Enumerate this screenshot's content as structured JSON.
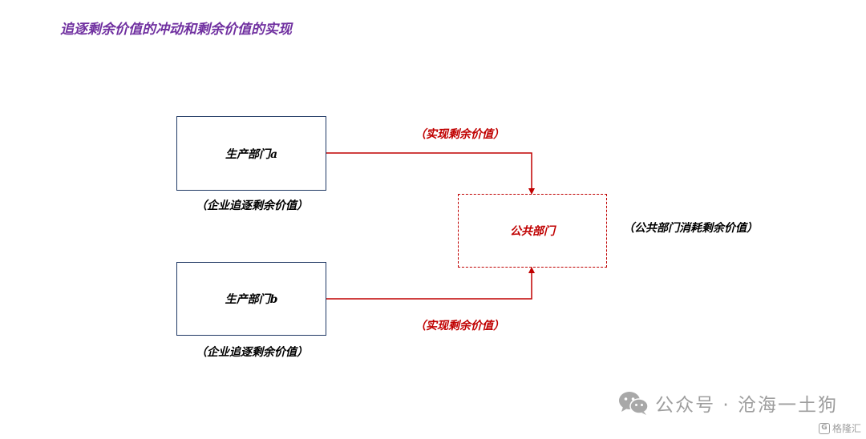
{
  "title": "追逐剩余价值的冲动和剩余价值的实现",
  "nodes": {
    "production_a": {
      "label": "生产部门a",
      "caption": "（企业追逐剩余价值）"
    },
    "production_b": {
      "label": "生产部门b",
      "caption": "（企业追逐剩余价值）"
    },
    "public": {
      "label": "公共部门",
      "caption": "（公共部门消耗剩余价值）"
    }
  },
  "edges": {
    "a_to_public": {
      "label": "（实现剩余价值）"
    },
    "b_to_public": {
      "label": "（实现剩余价值）"
    }
  },
  "watermark": {
    "icon": "wechat-icon",
    "text": "公众号 · 沧海一土狗",
    "logo_icon": "gelonghui-logo-icon",
    "logo_glyph": "G",
    "logo_text": "格隆汇"
  },
  "colors": {
    "title": "#7030A0",
    "box_border": "#1F3864",
    "accent": "#C00000",
    "text": "#000000",
    "watermark": "#9E9E9E"
  }
}
